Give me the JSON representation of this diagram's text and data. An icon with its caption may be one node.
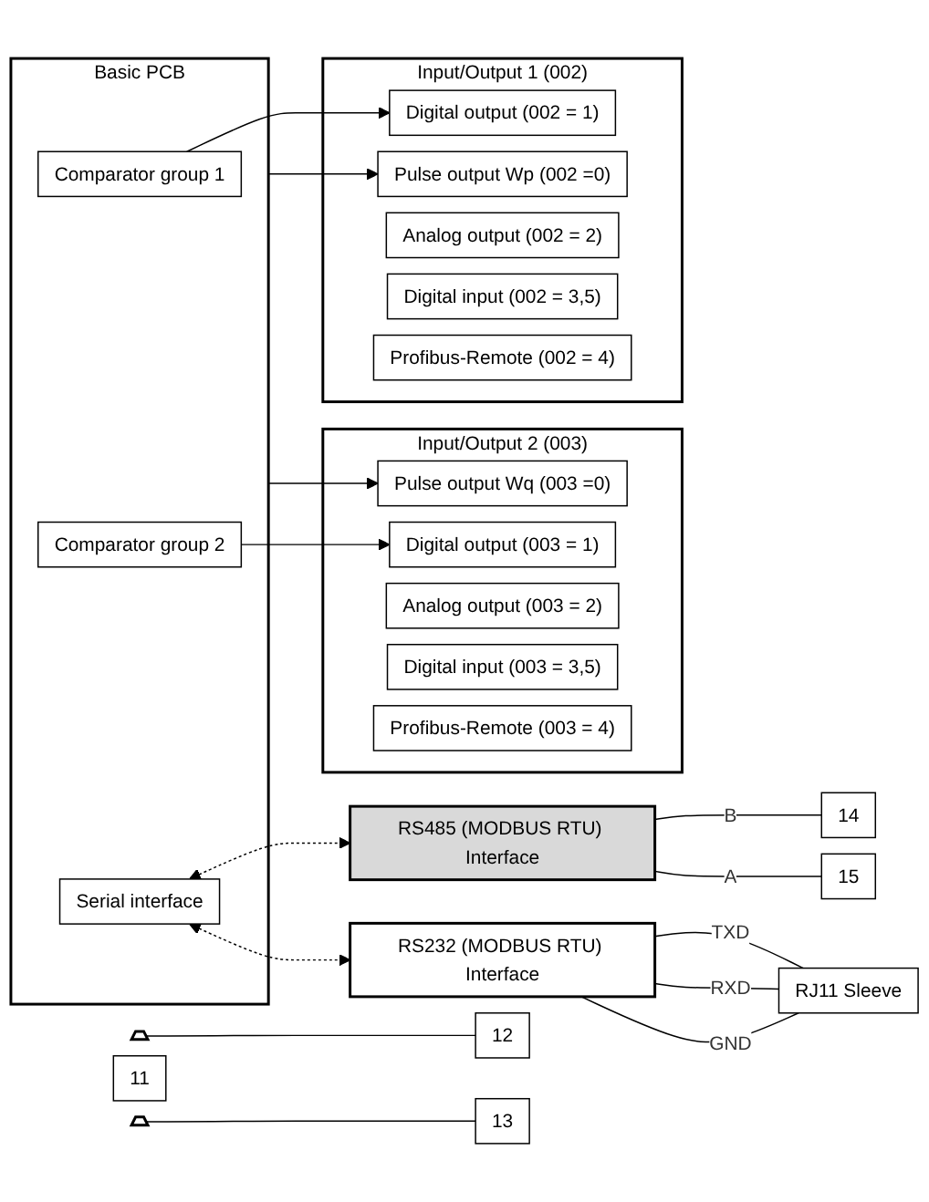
{
  "diagram": {
    "nodes": [
      {
        "text": [
          "Basic PCB"
        ]
      },
      {
        "text": [
          "Comparator group 1"
        ],
        "in": 0
      },
      {
        "text": [
          "Comparator group 2"
        ],
        "in": 0
      },
      {
        "text": [
          "Serial interface"
        ],
        "in": 0
      },
      {
        "text": [
          "Input/Output 1 (002)"
        ]
      },
      {
        "text": [
          "Pulse output Wp (002 =0)"
        ],
        "in": 4
      },
      {
        "text": [
          "Digital output (002 = 1)"
        ],
        "in": 4
      },
      {
        "text": [
          "Analog output (002 = 2)"
        ],
        "in": 4
      },
      {
        "text": [
          "Digital input (002 = 3,5)"
        ],
        "in": 4
      },
      {
        "text": [
          "Profibus-Remote (002 = 4)"
        ],
        "in": 4
      },
      {
        "text": [],
        "shape": "trapezoid"
      },
      {
        "text": [
          "11"
        ]
      },
      {
        "text": [
          "12"
        ]
      },
      {
        "text": [
          "Input/Output 2 (003)"
        ]
      },
      {
        "text": [
          "Pulse output Wq (003 =0)"
        ],
        "in": 13
      },
      {
        "text": [
          "Digital output (003 = 1)"
        ],
        "in": 13
      },
      {
        "text": [
          "Analog output (003 = 2)"
        ],
        "in": 13
      },
      {
        "text": [
          "Digital input (003 = 3,5)"
        ],
        "in": 13
      },
      {
        "text": [
          "Profibus-Remote (003 = 4)"
        ],
        "in": 13
      },
      {
        "text": [],
        "shape": "trapezoid"
      },
      {
        "text": [
          "13"
        ]
      },
      {
        "text": [
          "RS485 (MODBUS RTU) Interface"
        ]
      },
      {
        "text": [
          "14"
        ]
      },
      {
        "text": [
          "15"
        ]
      },
      {
        "text": [
          "RS232 (MODBUS RTU) Interface"
        ]
      },
      {
        "text": [
          "RJ11 Sleeve"
        ]
      }
    ],
    "edges": [
      {
        "from": 0,
        "to": 5,
        "arrow": "to"
      },
      {
        "from": 1,
        "to": 6,
        "arrow": "to"
      },
      {
        "from": 0,
        "to": 14,
        "arrow": "to"
      },
      {
        "from": 2,
        "to": 15,
        "arrow": "to"
      },
      {
        "from": 10,
        "to": 12,
        "arrow": "none"
      },
      {
        "from": 19,
        "to": 20,
        "arrow": "none"
      },
      {
        "from": 3,
        "to": 21,
        "arrow": "both",
        "style": "dashed"
      },
      {
        "from": 3,
        "to": 24,
        "arrow": "both",
        "style": "dashed"
      },
      {
        "from": 21,
        "to": 22,
        "arrow": "none",
        "label": "B"
      },
      {
        "from": 21,
        "to": 23,
        "arrow": "none",
        "label": "A"
      },
      {
        "from": 24,
        "to": 25,
        "arrow": "none",
        "label": "TXD"
      },
      {
        "from": 24,
        "to": 25,
        "arrow": "none",
        "label": "RXD"
      },
      {
        "from": 24,
        "to": 25,
        "arrow": "none",
        "label": "GND"
      }
    ]
  }
}
